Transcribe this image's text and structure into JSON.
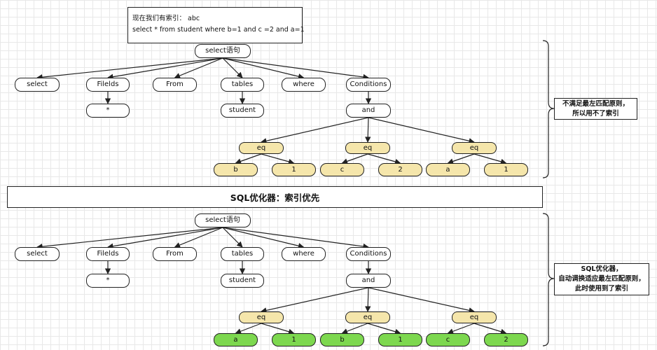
{
  "sql_note": {
    "line1": "现在我们有索引： abc",
    "line2": "select  * from  student  where  b=1 and c =2 and a=1"
  },
  "divider_title": "SQL优化器：索引优先",
  "notes": {
    "top": [
      "不满足最左匹配原则，",
      "所以用不了索引"
    ],
    "bottom": [
      "SQL优化器，",
      "自动调换适应最左匹配原则，",
      "此时使用到了索引"
    ]
  },
  "trees": {
    "top": {
      "root": "select语句",
      "clauses": [
        "select",
        "Filelds",
        "From",
        "tables",
        "where",
        "Conditions"
      ],
      "fields_value": "*",
      "table_value": "student",
      "conditions_value": "and",
      "comparisons": [
        {
          "op": "eq",
          "left": "b",
          "right": "1"
        },
        {
          "op": "eq",
          "left": "c",
          "right": "2"
        },
        {
          "op": "eq",
          "left": "a",
          "right": "1"
        }
      ]
    },
    "bottom": {
      "root": "select语句",
      "clauses": [
        "select",
        "Filelds",
        "From",
        "tables",
        "where",
        "Conditions"
      ],
      "fields_value": "*",
      "table_value": "student",
      "conditions_value": "and",
      "comparisons": [
        {
          "op": "eq",
          "left": "a",
          "right": "1"
        },
        {
          "op": "eq",
          "left": "b",
          "right": "1"
        },
        {
          "op": "eq",
          "left": "c",
          "right": "2"
        }
      ]
    }
  },
  "colors": {
    "comparison_fill": "#f5e6ab",
    "optimized_leaf_fill": "#7dd84f",
    "line": "#222222"
  }
}
